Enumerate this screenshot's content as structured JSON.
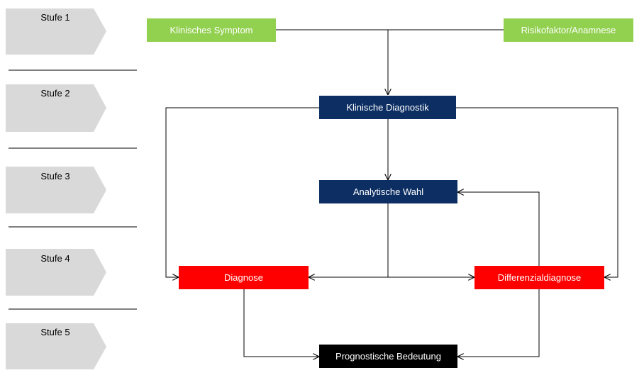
{
  "stages": [
    "Stufe 1",
    "Stufe 2",
    "Stufe 3",
    "Stufe 4",
    "Stufe 5"
  ],
  "nodes": {
    "symptom": "Klinisches Symptom",
    "risk": "Risikofaktor/Anamnese",
    "clinical_diagnostics": "Klinische Diagnostik",
    "analytic_choice": "Analytische Wahl",
    "diagnosis": "Diagnose",
    "differential": "Differenzialdiagnose",
    "prognostic": "Prognostische Bedeutung"
  },
  "colors": {
    "stage_arrow": "#d9d9d9",
    "green": "#92d050",
    "navy": "#0c2e63",
    "red": "#ff0000",
    "black": "#000000",
    "line": "#000000"
  }
}
